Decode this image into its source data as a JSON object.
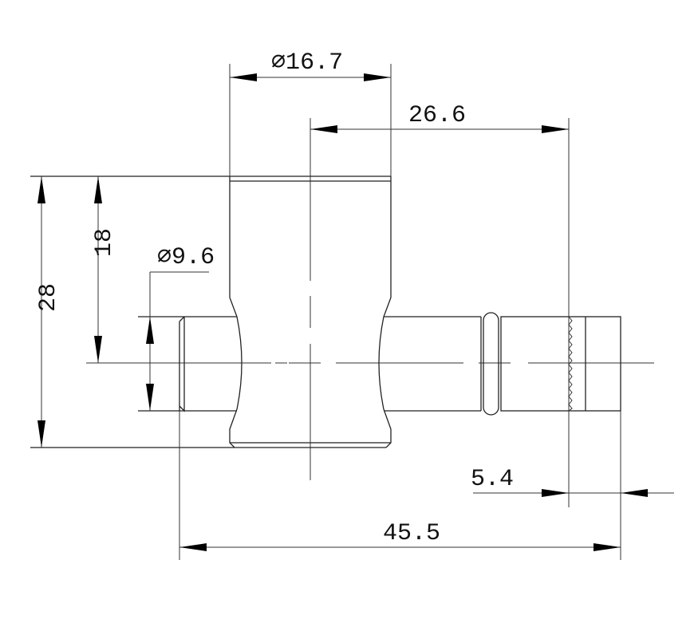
{
  "drawing": {
    "dimensions": {
      "head_diameter": "⌀16.7",
      "center_to_serration": "26.6",
      "overall_height": "28",
      "center_height": "18",
      "shaft_diameter": "⌀9.6",
      "tip_length": "5.4",
      "overall_length": "45.5"
    },
    "colors": {
      "line": "#222222",
      "background": "#ffffff"
    }
  }
}
